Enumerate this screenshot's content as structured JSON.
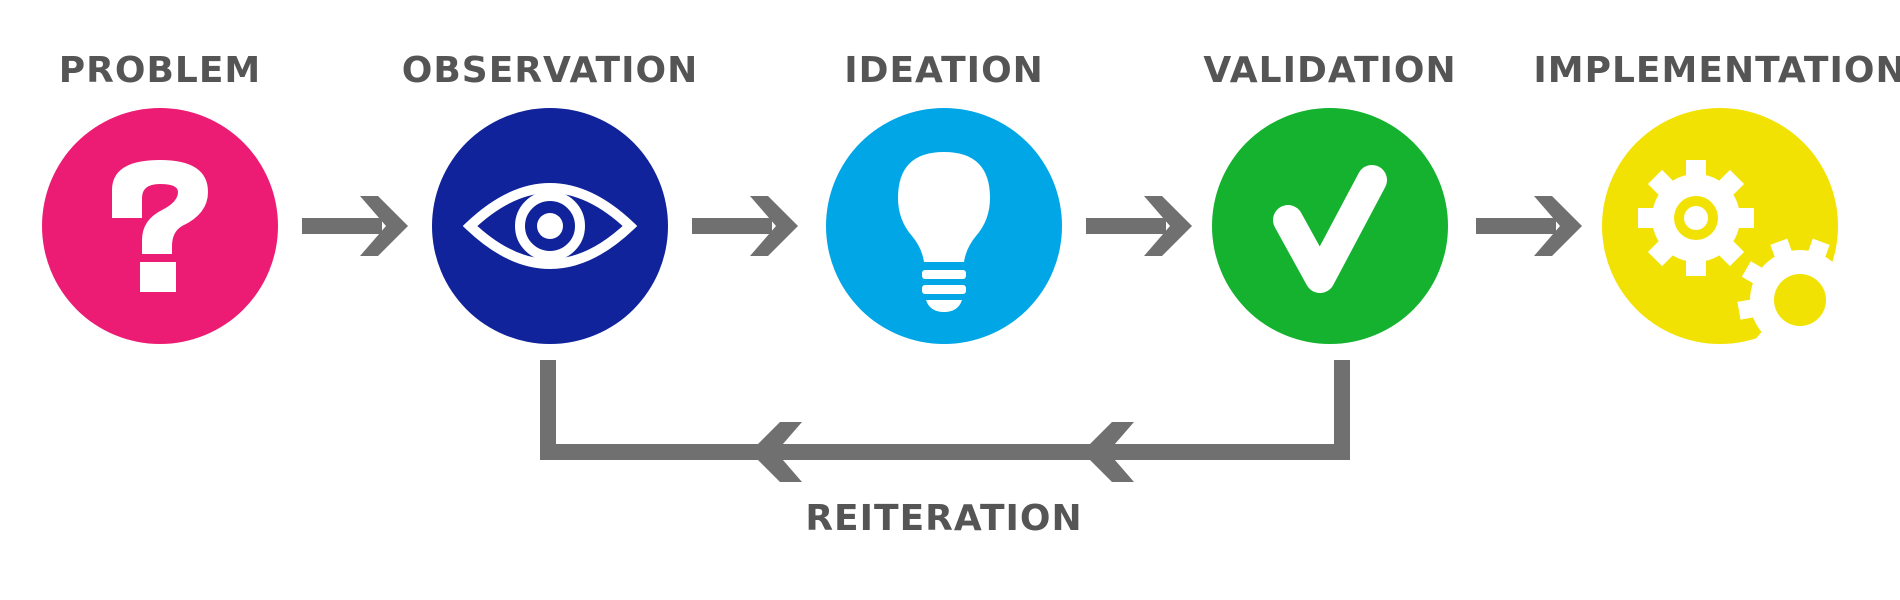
{
  "diagram": {
    "stages": [
      {
        "id": "problem",
        "label": "PROBLEM",
        "icon": "question-mark-icon",
        "color": "#EC1C74"
      },
      {
        "id": "observation",
        "label": "OBSERVATION",
        "icon": "eye-icon",
        "color": "#10239A"
      },
      {
        "id": "ideation",
        "label": "IDEATION",
        "icon": "lightbulb-icon",
        "color": "#00A6E6"
      },
      {
        "id": "validation",
        "label": "VALIDATION",
        "icon": "checkmark-icon",
        "color": "#14B22F"
      },
      {
        "id": "implementation",
        "label": "IMPLEMENTATION",
        "icon": "gears-icon",
        "color": "#F2E204"
      }
    ],
    "loop_label": "REITERATION",
    "arrow_color": "#707070",
    "label_color": "#555555"
  }
}
